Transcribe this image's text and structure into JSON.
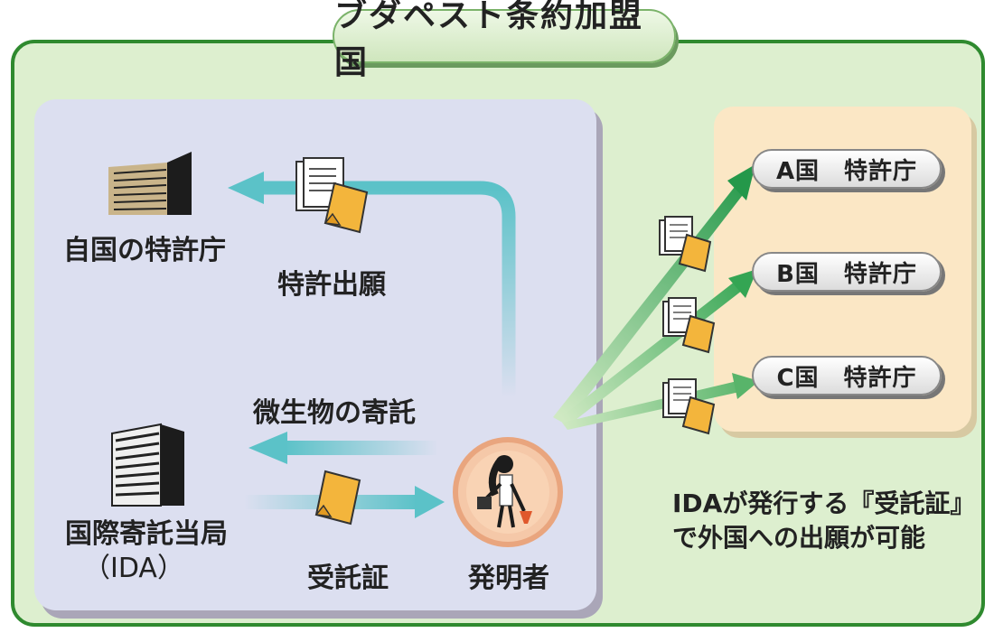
{
  "title": "ブダペスト条約加盟国",
  "left": {
    "home_office": "自国の特許庁",
    "patent_application": "特許出願",
    "deposit": "微生物の寄託",
    "ida_name": "国際寄託当局",
    "ida_abbr": "（IDA）",
    "receipt": "受託証",
    "inventor": "発明者"
  },
  "offices": [
    "A国　特許庁",
    "B国　特許庁",
    "C国　特許庁"
  ],
  "note": {
    "line1": "IDAが発行する『受託証』",
    "line2": "で外国への出願が可能"
  },
  "colors": {
    "frame_green": "#2f8a2f",
    "arrow_cyan": "#5bc2c8",
    "arrow_green": "#2fa04b",
    "doc_yellow": "#f3b53c"
  }
}
